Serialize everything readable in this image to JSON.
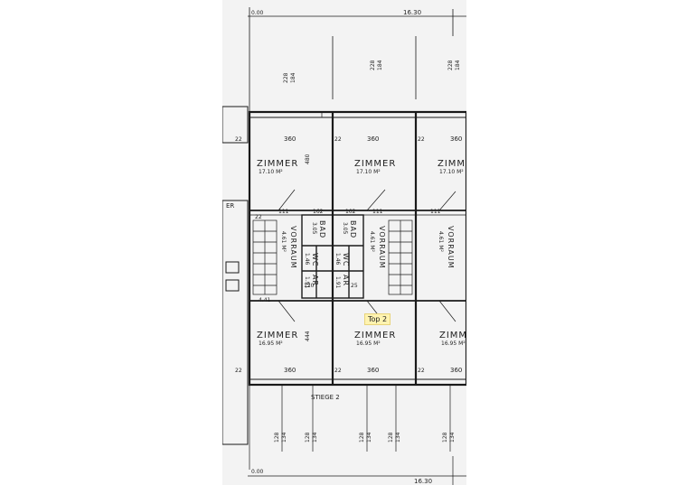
{
  "dims": {
    "origin_top": "0.00",
    "origin_bottom": "0.00",
    "total_top": "16.30",
    "total_bottom": "16.30",
    "top_a": "228",
    "top_b": "184",
    "bottom_a": "128",
    "bottom_b": "134",
    "wall": "22",
    "room_width": "360",
    "left_height": "480",
    "stair_w": "111",
    "cell_a": "162",
    "cell_b": "102",
    "left_h2": "444",
    "small_a": "120",
    "small_b": "25"
  },
  "rooms": {
    "zimmer": "ZIMMER",
    "vorraum": "VORRAUM",
    "bad": "BAD",
    "wc": "WC",
    "ar": "AR",
    "area_upper": "17.10 M²",
    "area_lower": "16.95 M²",
    "area_vorraum": "4.61 M²",
    "area_bad": "3.05",
    "area_wc": "1.46",
    "area_ar": "1.91",
    "area_small": "4.41",
    "stair_label": "STIEGE 2",
    "er_fragment": "ER"
  },
  "badge": {
    "top2": "Top 2"
  },
  "colors": {
    "line": "#1a1a1a",
    "paper": "#f3f3f3",
    "badge": "#fff3b0"
  }
}
